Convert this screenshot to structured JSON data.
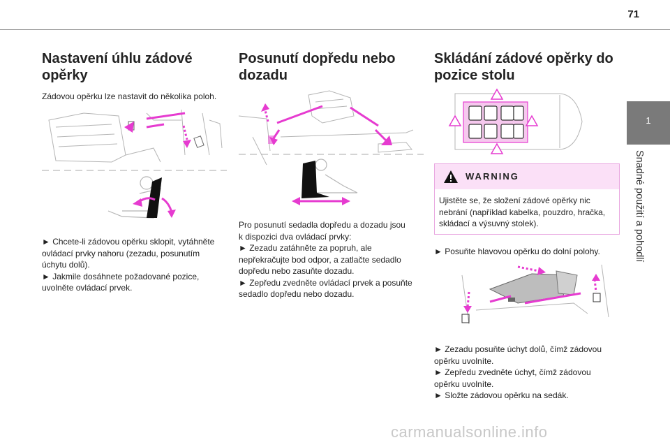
{
  "page_number": "71",
  "section_tab": "1",
  "section_label": "Snadné použití a pohodlí",
  "col1": {
    "title_line1": "Nastavení úhlu zádové",
    "title_line2": "opěrky",
    "intro": "Zádovou opěrku lze nastavit do několika poloh.",
    "steps": [
      "► Chcete-li zádovou opěrku sklopit, vytáhněte",
      "ovládací prvky nahoru (zezadu, posunutím",
      "úchytu dolů).",
      "► Jakmile dosáhnete požadované pozice,",
      "uvolněte ovládací prvek."
    ]
  },
  "col2": {
    "title_line1": "Posunutí dopředu nebo",
    "title_line2": "dozadu",
    "steps": [
      "Pro posunutí sedadla dopředu a dozadu jsou",
      "k dispozici dva ovládací prvky:",
      "► Zezadu zatáhněte za popruh, ale",
      "nepřekračujte bod odpor, a zatlačte sedadlo",
      "dopředu nebo zasuňte dozadu.",
      "► Zepředu zvedněte ovládací prvek a posuňte",
      "sedadlo dopředu nebo dozadu."
    ]
  },
  "col3": {
    "title_line1": "Skládání zádové opěrky do",
    "title_line2": "pozice stolu",
    "warning_title": "WARNING",
    "warning_lines": [
      "Ujistěte se, že složení zádové opěrky nic",
      "nebrání (například kabelka, pouzdro, hračka,",
      "skládací a výsuvný stolek)."
    ],
    "step_headrest": "► Posuňte hlavovou opěrku do dolní polohy.",
    "steps": [
      "► Zezadu posuňte úchyt dolů, čímž zádovou",
      "opěrku uvolníte.",
      "► Zepředu zvedněte úchyt, čímž zádovou",
      "opěrku uvolníte.",
      "► Složte zádovou opěrku na sedák."
    ]
  },
  "watermark": "carmanualsonline.info",
  "colors": {
    "accent": "#e63bd0",
    "tab": "#7a7a7a",
    "warn_bg": "#fbe0f7"
  }
}
